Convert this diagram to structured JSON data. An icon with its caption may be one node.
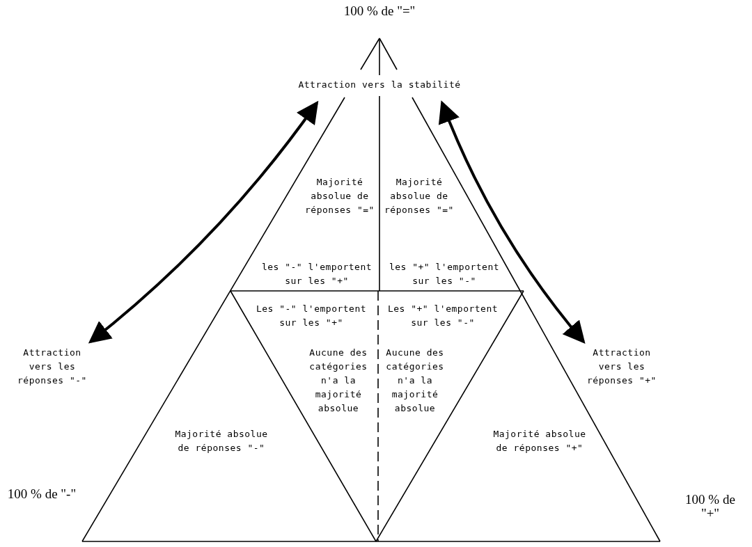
{
  "diagram": {
    "nodes": [
      {
        "text": [
          "Attraction vers la stabilité"
        ]
      },
      {
        "text": [
          "Attraction vers les réponses \"-\""
        ]
      },
      {
        "text": [
          "Attraction vers les réponses \"+\""
        ]
      }
    ],
    "edges": [
      {
        "from": 0,
        "to": 1,
        "arrow": "both"
      },
      {
        "from": 0,
        "to": 2,
        "arrow": "both"
      }
    ],
    "labels": [
      "100 % de \"=\"",
      "Majorité absolue de réponses \"=\"",
      "Majorité absolue de réponses \"=\"",
      "les \"-\" l'emportent sur les \"+\"",
      "les \"+\" l'emportent sur les \"-\"",
      "Les \"-\" l'emportent sur les \"+\"",
      "Les \"+\" l'emportent sur les \"-\"",
      "Aucune des catégories n'a la majorité absolue",
      "Aucune des catégories n'a la majorité absolue",
      "Majorité absolue de réponses \"-\"",
      "Majorité absolue de réponses \"+\"",
      "100 % de \"-\"",
      "100 % de \"+\""
    ]
  }
}
